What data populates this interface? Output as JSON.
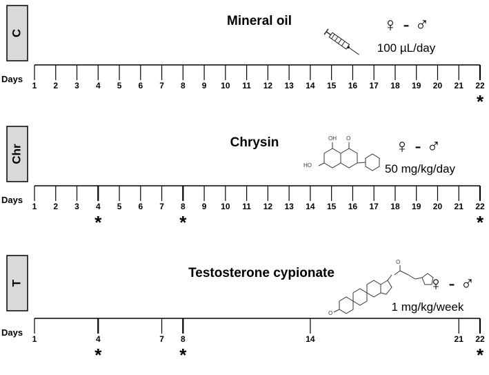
{
  "axis_label": "Days",
  "day_range": [
    1,
    22
  ],
  "panels": [
    {
      "code": "C",
      "title": "Mineral oil",
      "gender": "♀ - ♂",
      "dose": "100 µL/day",
      "icon": "syringe-icon",
      "days_shown": [
        1,
        2,
        3,
        4,
        5,
        6,
        7,
        8,
        9,
        10,
        11,
        12,
        13,
        14,
        15,
        16,
        17,
        18,
        19,
        20,
        21,
        22
      ],
      "asterisk_days": [
        22
      ]
    },
    {
      "code": "Chr",
      "title": "Chrysin",
      "gender": "♀ - ♂",
      "dose": "50 mg/kg/day",
      "icon": "chrysin-structure-icon",
      "molecule_labels": [
        "OH",
        "O",
        "HO"
      ],
      "days_shown": [
        1,
        2,
        3,
        4,
        5,
        6,
        7,
        8,
        9,
        10,
        11,
        12,
        13,
        14,
        15,
        16,
        17,
        18,
        19,
        20,
        21,
        22
      ],
      "asterisk_days": [
        4,
        8,
        22
      ]
    },
    {
      "code": "T",
      "title": "Testosterone cypionate",
      "gender": "♀ - ♂",
      "dose": "1 mg/kg/week",
      "icon": "testosterone-cypionate-structure-icon",
      "molecule_labels": [
        "O",
        "O"
      ],
      "days_shown": [
        1,
        4,
        7,
        8,
        14,
        21,
        22
      ],
      "asterisk_days": [
        4,
        8,
        22
      ]
    }
  ]
}
